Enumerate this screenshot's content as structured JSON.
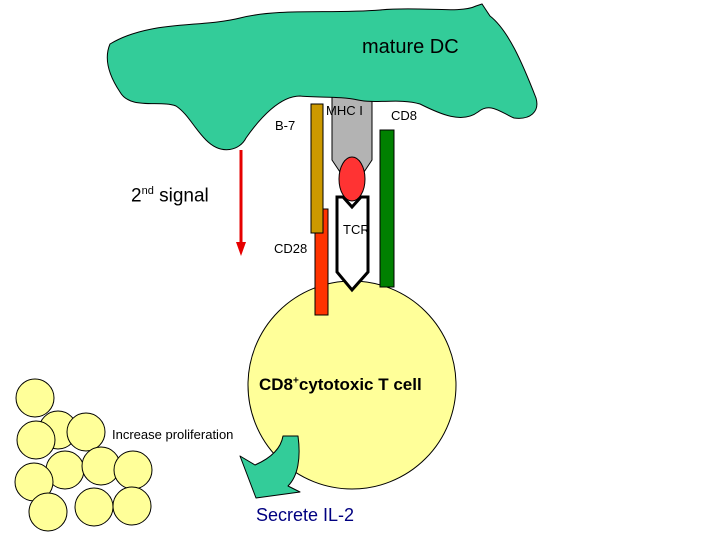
{
  "labels": {
    "dc": "mature DC",
    "b7": "B-7",
    "mhc": "MHC I",
    "cd8": "CD8",
    "second_signal_sup": "nd",
    "second_signal_num": "2",
    "second_signal_word": "signal",
    "tcr": "TCR",
    "cd28": "CD28",
    "tcell_prefix": "CD8",
    "tcell_sup": "+",
    "tcell_suffix": "cytotoxic T cell",
    "prolif": "Increase proliferation",
    "il2": "Secrete IL-2"
  },
  "colors": {
    "dc_fill": "#33cc99",
    "tcell_fill": "#ffff99",
    "b7": "#cc9900",
    "mhc": "#b3b3b3",
    "peptide": "#ff3333",
    "cd8": "#008000",
    "cd28": "#ff3300",
    "arrow": "#e60000",
    "il2_arrow": "#33cc99",
    "il2_text": "#000080"
  },
  "icons": [
    "down-arrow",
    "curved-arrow"
  ]
}
